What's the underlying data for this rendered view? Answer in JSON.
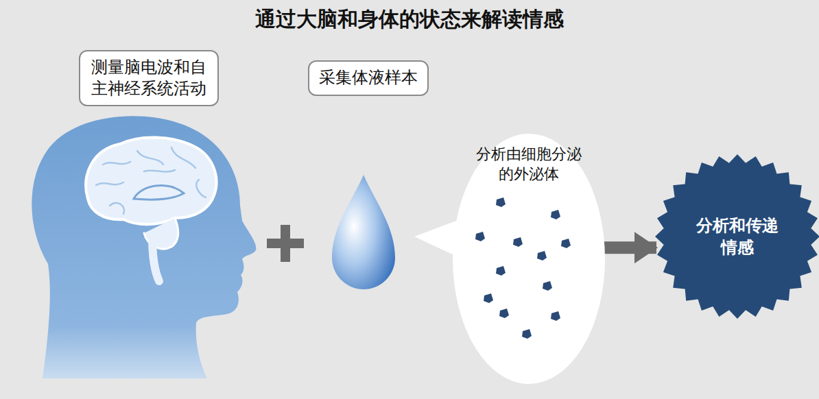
{
  "diagram": {
    "title": "通过大脑和身体的状态来解读情感",
    "nodes": [
      {
        "text": [
          "测量脑电波和自主神经系统活动"
        ]
      },
      {
        "text": [
          "采集体液样本"
        ]
      },
      {
        "text": [
          "分析由细胞分泌的外泌体"
        ]
      },
      {
        "text": [
          "分析和传递情感"
        ]
      }
    ],
    "edges": [
      {
        "from": 2,
        "to": 3,
        "arrow": "to"
      }
    ]
  }
}
